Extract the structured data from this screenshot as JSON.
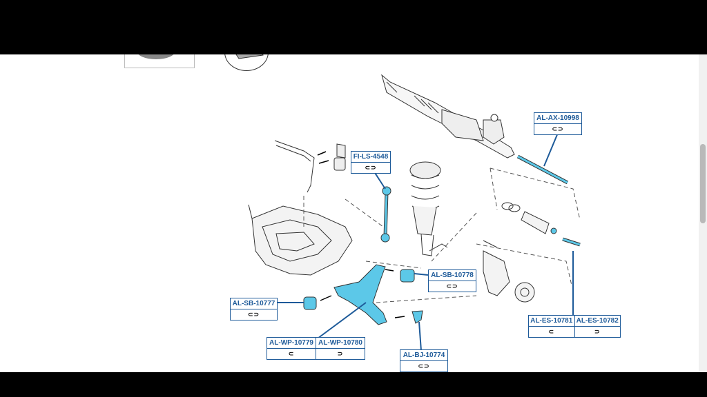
{
  "parts": [
    {
      "id": "tie-rod",
      "codes": [
        "AL-AX-10998"
      ],
      "icons": [
        "⊂⊃"
      ]
    },
    {
      "id": "stabilizer-link",
      "codes": [
        "FI-LS-4548"
      ],
      "icons": [
        "⊂⊃"
      ]
    },
    {
      "id": "rear-bushing",
      "codes": [
        "AL-SB-10778"
      ],
      "icons": [
        "⊂⊃"
      ]
    },
    {
      "id": "front-bushing",
      "codes": [
        "AL-SB-10777"
      ],
      "icons": [
        "⊂⊃"
      ]
    },
    {
      "id": "tie-rod-ends",
      "codes": [
        "AL-ES-10781",
        "AL-ES-10782"
      ],
      "icons": [
        "⊂",
        "⊃"
      ]
    },
    {
      "id": "wishbones",
      "codes": [
        "AL-WP-10779",
        "AL-WP-10780"
      ],
      "icons": [
        "⊂",
        "⊃"
      ]
    },
    {
      "id": "ball-joint",
      "codes": [
        "AL-BJ-10774"
      ],
      "icons": [
        "⊂⊃"
      ]
    }
  ],
  "colors": {
    "label_blue": "#1d5a99",
    "part_highlight": "#5cc8e8",
    "outline": "#333333"
  }
}
